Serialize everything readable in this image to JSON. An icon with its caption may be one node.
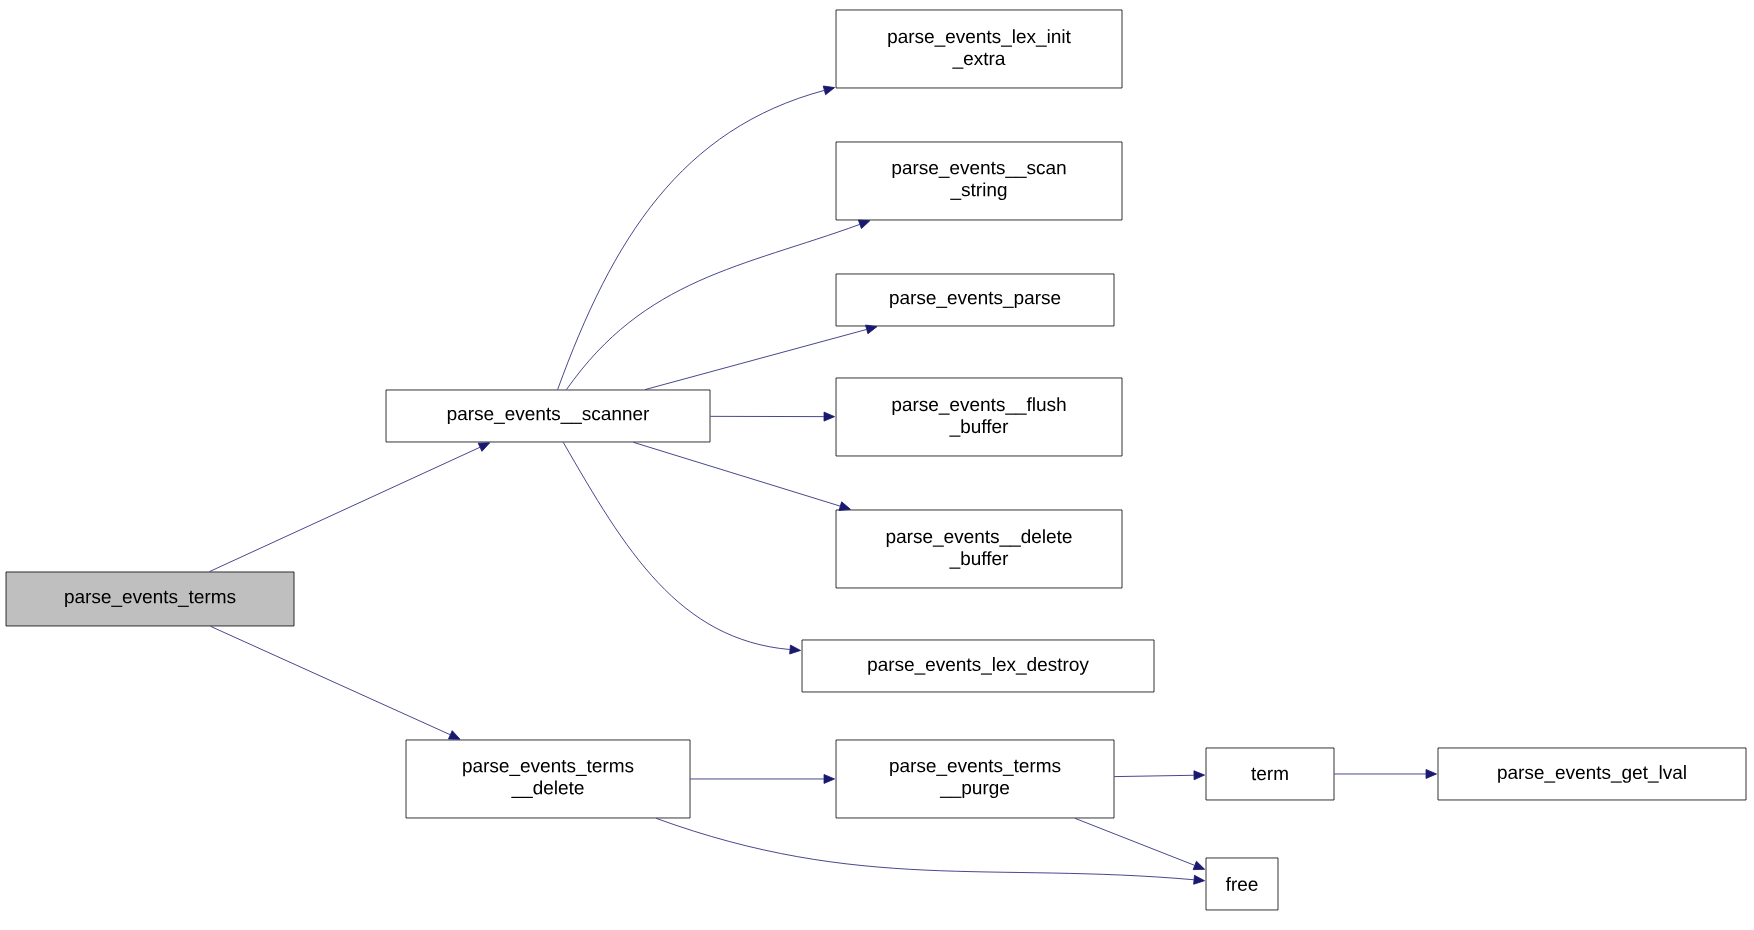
{
  "diagram": {
    "nodes": [
      {
        "text": [
          "parse_events_terms"
        ]
      },
      {
        "text": [
          "parse_events__scanner"
        ]
      },
      {
        "text": [
          "parse_events_terms __delete"
        ]
      },
      {
        "text": [
          "parse_events_lex_init _extra"
        ]
      },
      {
        "text": [
          "parse_events__scan _string"
        ]
      },
      {
        "text": [
          "parse_events_parse"
        ]
      },
      {
        "text": [
          "parse_events__flush _buffer"
        ]
      },
      {
        "text": [
          "parse_events__delete _buffer"
        ]
      },
      {
        "text": [
          "parse_events_lex_destroy"
        ]
      },
      {
        "text": [
          "parse_events_terms __purge"
        ]
      },
      {
        "text": [
          "term"
        ]
      },
      {
        "text": [
          "free"
        ]
      },
      {
        "text": [
          "parse_events_get_lval"
        ]
      }
    ],
    "edges": [
      {
        "from": 0,
        "to": 1,
        "arrow": "to"
      },
      {
        "from": 0,
        "to": 2,
        "arrow": "to"
      },
      {
        "from": 1,
        "to": 3,
        "arrow": "to"
      },
      {
        "from": 1,
        "to": 4,
        "arrow": "to"
      },
      {
        "from": 1,
        "to": 5,
        "arrow": "to"
      },
      {
        "from": 1,
        "to": 6,
        "arrow": "to"
      },
      {
        "from": 1,
        "to": 7,
        "arrow": "to"
      },
      {
        "from": 1,
        "to": 8,
        "arrow": "to"
      },
      {
        "from": 2,
        "to": 9,
        "arrow": "to"
      },
      {
        "from": 2,
        "to": 11,
        "arrow": "to"
      },
      {
        "from": 9,
        "to": 10,
        "arrow": "to"
      },
      {
        "from": 9,
        "to": 11,
        "arrow": "to"
      },
      {
        "from": 10,
        "to": 12,
        "arrow": "to"
      }
    ]
  }
}
